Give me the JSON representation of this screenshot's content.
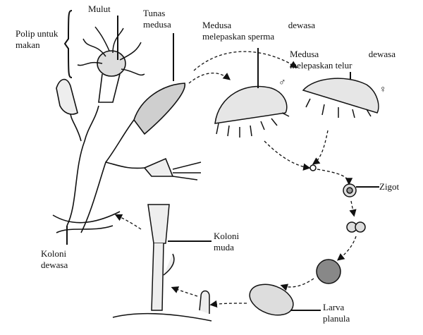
{
  "title": "Siklus hidup Obelia",
  "labels": {
    "polip_makan": [
      "Polip untuk",
      "makan"
    ],
    "mulut": "Mulut",
    "tunas_medusa": [
      "Tunas",
      "medusa"
    ],
    "medusa_sperma": {
      "w1": "Medusa",
      "w2": "dewasa",
      "line2": "melepaskan sperma"
    },
    "medusa_telur": {
      "w1": "Medusa",
      "w2": "dewasa",
      "line2": "melepaskan telur"
    },
    "zigot": "Zigot",
    "koloni_muda": [
      "Koloni",
      "muda"
    ],
    "koloni_dewasa": [
      "Koloni",
      "dewasa"
    ],
    "larva_planula": [
      "Larva",
      "planula"
    ],
    "male_symbol": "♂",
    "female_symbol": "♀"
  }
}
